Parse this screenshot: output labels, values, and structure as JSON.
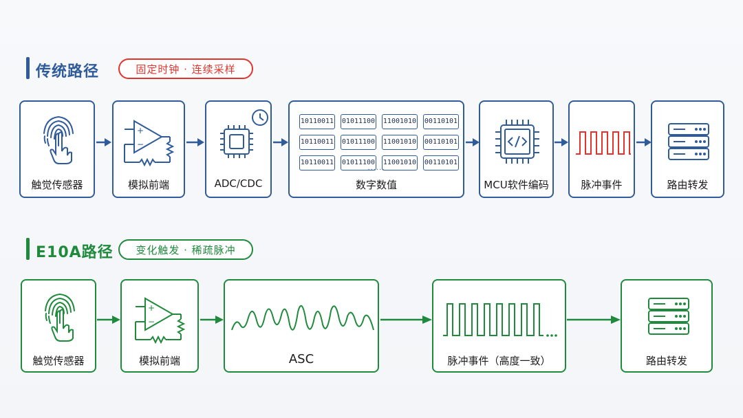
{
  "colors": {
    "blue": "#2f5b9a",
    "green": "#1f8a3c",
    "red": "#e0342c"
  },
  "traditional": {
    "title": "传统路径",
    "tag": "固定时钟 · 连续采样",
    "steps": [
      "触觉传感器",
      "模拟前端",
      "ADC/CDC",
      "数字数值",
      "MCU软件编码",
      "脉冲事件",
      "路由转发"
    ],
    "bits": [
      [
        "10110011",
        "01011100",
        "11001010",
        "00110101"
      ],
      [
        "10110011",
        "01011100",
        "11001010",
        "00110101"
      ],
      [
        "10110011",
        "01011100",
        "11001010",
        "00110101"
      ]
    ],
    "bits_more": "......"
  },
  "e10a": {
    "title": "E10A路径",
    "tag": "变化触发 · 稀疏脉冲",
    "steps": [
      "触觉传感器",
      "模拟前端",
      "ASC",
      "脉冲事件（高度一致）",
      "路由转发"
    ]
  }
}
